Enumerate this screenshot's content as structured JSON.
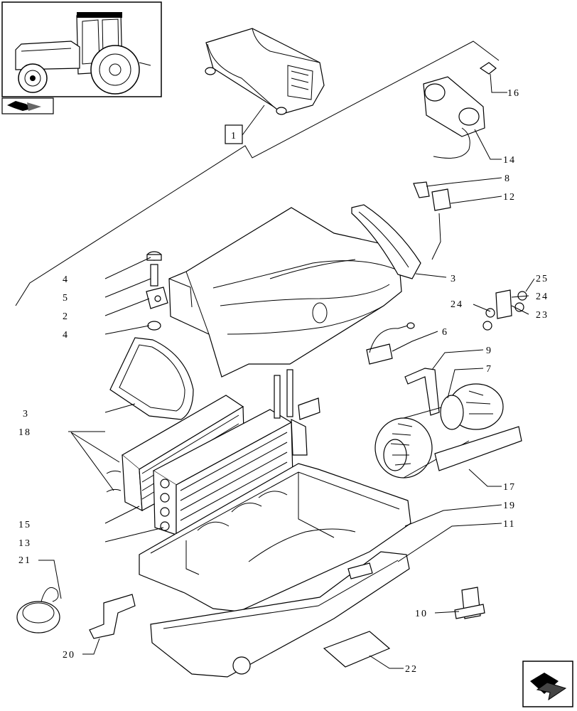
{
  "callouts": {
    "c1": "1",
    "c2": "2",
    "c3a": "3",
    "c3b": "3",
    "c4a": "4",
    "c4b": "4",
    "c5": "5",
    "c6": "6",
    "c7": "7",
    "c8": "8",
    "c9": "9",
    "c10": "10",
    "c11": "11",
    "c12": "12",
    "c13": "13",
    "c14": "14",
    "c15": "15",
    "c16": "16",
    "c17": "17",
    "c18": "18",
    "c19": "19",
    "c20": "20",
    "c21": "21",
    "c22": "22",
    "c23": "23",
    "c24a": "24",
    "c24b": "24",
    "c25": "25"
  },
  "icons": {
    "thumbnail": "tractor-thumbnail-icon",
    "reference": "page-reference-arrow-icon",
    "navigation": "next-page-arrow-icon"
  }
}
